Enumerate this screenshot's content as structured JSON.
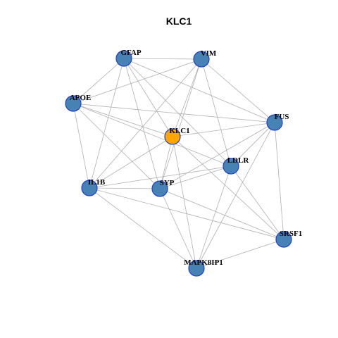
{
  "title": "KLC1",
  "colors": {
    "node_default": "#4682b4",
    "node_focus": "#ffa500",
    "node_border": "#1f3fd0",
    "edge": "#b0b0b0"
  },
  "chart_data": {
    "type": "network",
    "title": "KLC1",
    "focus_node": "KLC1",
    "nodes": [
      {
        "id": "GFAP",
        "label": "GFAP"
      },
      {
        "id": "VIM",
        "label": "VIM"
      },
      {
        "id": "APOE",
        "label": "APOE"
      },
      {
        "id": "KLC1",
        "label": "KLC1"
      },
      {
        "id": "FUS",
        "label": "FUS"
      },
      {
        "id": "LDLR",
        "label": "LDLR"
      },
      {
        "id": "IL1B",
        "label": "IL1B"
      },
      {
        "id": "SYP",
        "label": "SYP"
      },
      {
        "id": "SRSF1",
        "label": "SRSF1"
      },
      {
        "id": "MAPK8IP1",
        "label": "MAPK8IP1"
      }
    ],
    "edges": [
      [
        "GFAP",
        "VIM"
      ],
      [
        "GFAP",
        "APOE"
      ],
      [
        "GFAP",
        "FUS"
      ],
      [
        "GFAP",
        "KLC1"
      ],
      [
        "GFAP",
        "LDLR"
      ],
      [
        "GFAP",
        "IL1B"
      ],
      [
        "GFAP",
        "SYP"
      ],
      [
        "VIM",
        "APOE"
      ],
      [
        "VIM",
        "FUS"
      ],
      [
        "VIM",
        "KLC1"
      ],
      [
        "VIM",
        "LDLR"
      ],
      [
        "VIM",
        "IL1B"
      ],
      [
        "VIM",
        "SYP"
      ],
      [
        "APOE",
        "FUS"
      ],
      [
        "APOE",
        "KLC1"
      ],
      [
        "APOE",
        "LDLR"
      ],
      [
        "APOE",
        "IL1B"
      ],
      [
        "APOE",
        "SYP"
      ],
      [
        "KLC1",
        "FUS"
      ],
      [
        "KLC1",
        "IL1B"
      ],
      [
        "KLC1",
        "SYP"
      ],
      [
        "KLC1",
        "SRSF1"
      ],
      [
        "KLC1",
        "MAPK8IP1"
      ],
      [
        "FUS",
        "LDLR"
      ],
      [
        "FUS",
        "SYP"
      ],
      [
        "FUS",
        "SRSF1"
      ],
      [
        "FUS",
        "MAPK8IP1"
      ],
      [
        "LDLR",
        "IL1B"
      ],
      [
        "LDLR",
        "SYP"
      ],
      [
        "LDLR",
        "SRSF1"
      ],
      [
        "LDLR",
        "MAPK8IP1"
      ],
      [
        "IL1B",
        "SYP"
      ],
      [
        "IL1B",
        "SRSF1"
      ],
      [
        "IL1B",
        "MAPK8IP1"
      ],
      [
        "SYP",
        "SRSF1"
      ],
      [
        "SYP",
        "MAPK8IP1"
      ],
      [
        "SRSF1",
        "MAPK8IP1"
      ]
    ]
  }
}
